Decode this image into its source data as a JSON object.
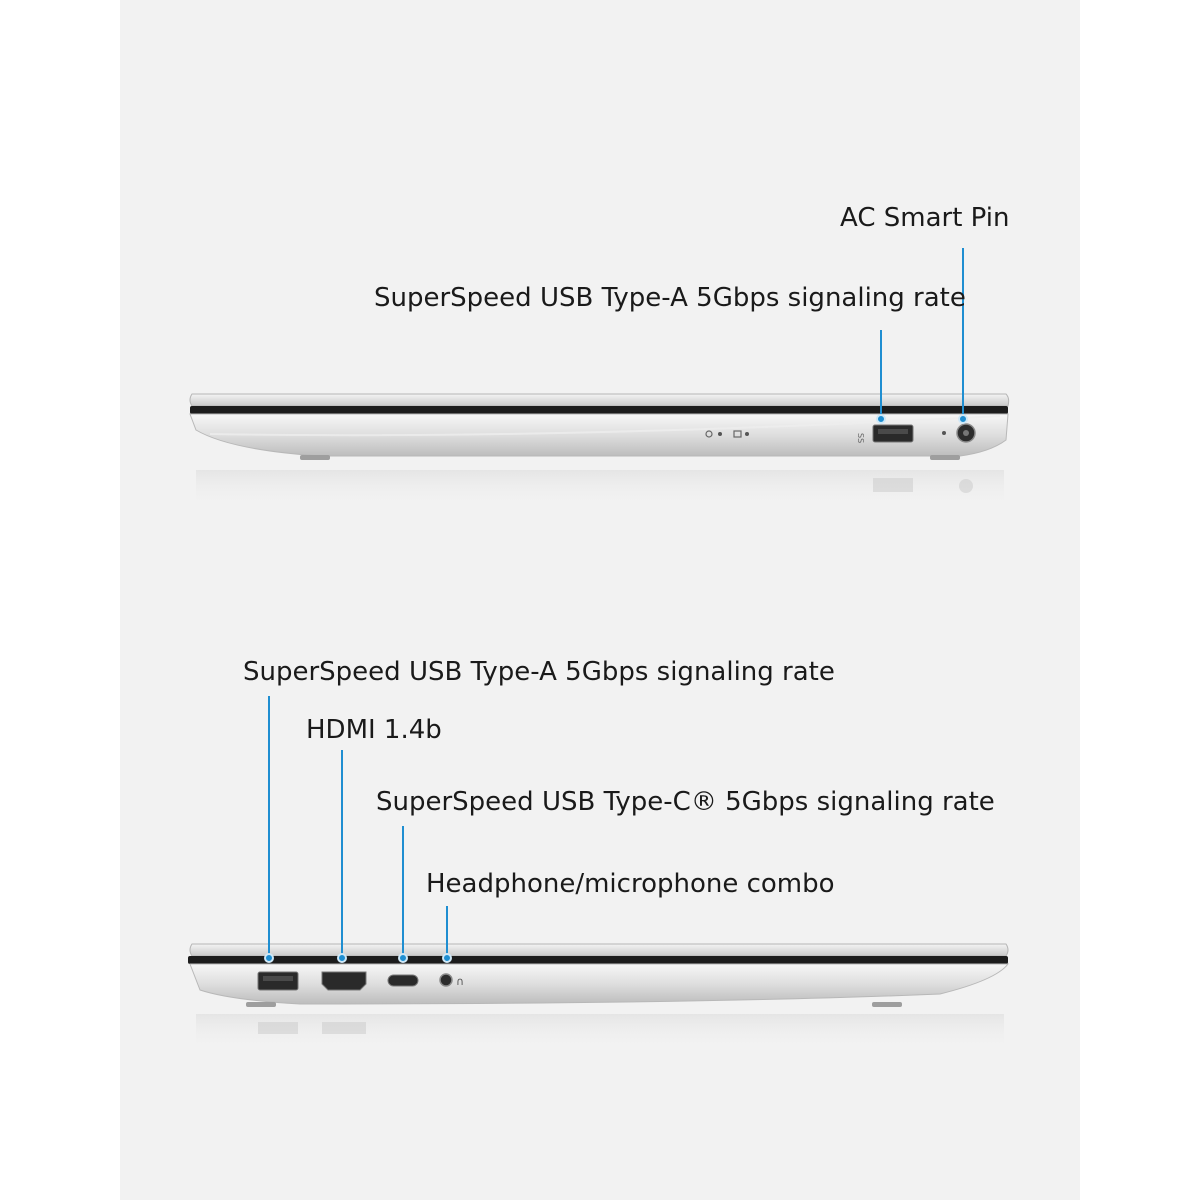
{
  "right_side_view": {
    "callouts": [
      {
        "id": "ac-smart-pin",
        "text": "AC Smart Pin"
      },
      {
        "id": "usb-a-right",
        "text": "SuperSpeed USB Type-A 5Gbps signaling rate"
      }
    ]
  },
  "left_side_view": {
    "callouts": [
      {
        "id": "usb-a-left",
        "text": "SuperSpeed USB Type-A 5Gbps signaling rate"
      },
      {
        "id": "hdmi",
        "text": "HDMI 1.4b"
      },
      {
        "id": "usb-c",
        "text": "SuperSpeed USB Type-C® 5Gbps signaling rate"
      },
      {
        "id": "audio-combo",
        "text": "Headphone/microphone combo"
      }
    ]
  },
  "colors": {
    "background_panel": "#f2f2f2",
    "leader_line": "#1f8ed1",
    "laptop_silver": "#d9d9d9",
    "text": "#1a1a1a"
  }
}
